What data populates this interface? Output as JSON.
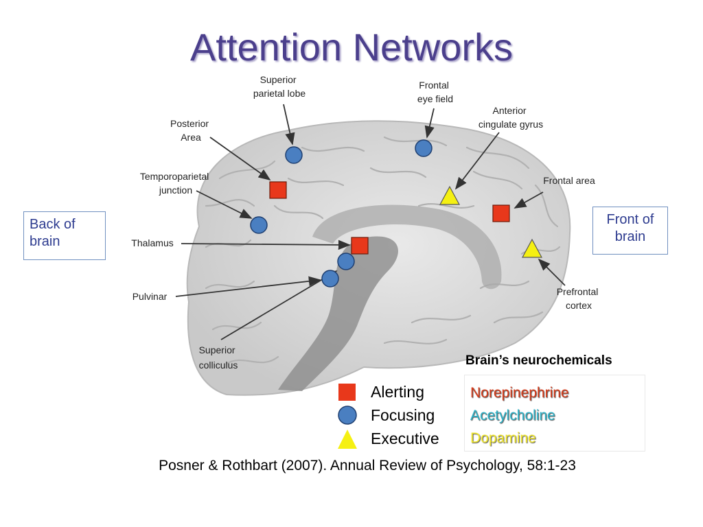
{
  "title": "Attention Networks",
  "labels": {
    "superior_parietal_lobe": [
      "Superior",
      "parietal lobe"
    ],
    "frontal_eye_field": [
      "Frontal",
      "eye field"
    ],
    "anterior_cingulate_gyrus": [
      "Anterior",
      "cingulate gyrus"
    ],
    "posterior_area": [
      "Posterior",
      "Area"
    ],
    "temporoparietal_junction": [
      "Temporoparietal",
      "junction"
    ],
    "frontal_area": [
      "Frontal area"
    ],
    "thalamus": [
      "Thalamus"
    ],
    "pulvinar": [
      "Pulvinar"
    ],
    "superior_colliculus": [
      "Superior",
      "colliculus"
    ],
    "prefrontal_cortex": [
      "Prefrontal",
      "cortex"
    ]
  },
  "back_of_brain": "Back of brain",
  "front_of_brain": "Front of brain",
  "neurochemicals": {
    "title": "Brain’s neurochemicals",
    "items": [
      {
        "text": "Norepinephrine",
        "color": "#d43b1a"
      },
      {
        "text": "Acetylcholine",
        "color": "#2fb3c8"
      },
      {
        "text": "Dopamine",
        "color": "#f0e62a"
      }
    ]
  },
  "legend": [
    {
      "shape": "square",
      "label": "Alerting",
      "color": "#e8381b"
    },
    {
      "shape": "circle",
      "label": "Focusing",
      "color": "#4a7fc1"
    },
    {
      "shape": "triangle",
      "label": "Executive",
      "color": "#f5f012"
    }
  ],
  "citation": "Posner & Rothbart (2007). Annual Review of Psychology, 58:1-23"
}
